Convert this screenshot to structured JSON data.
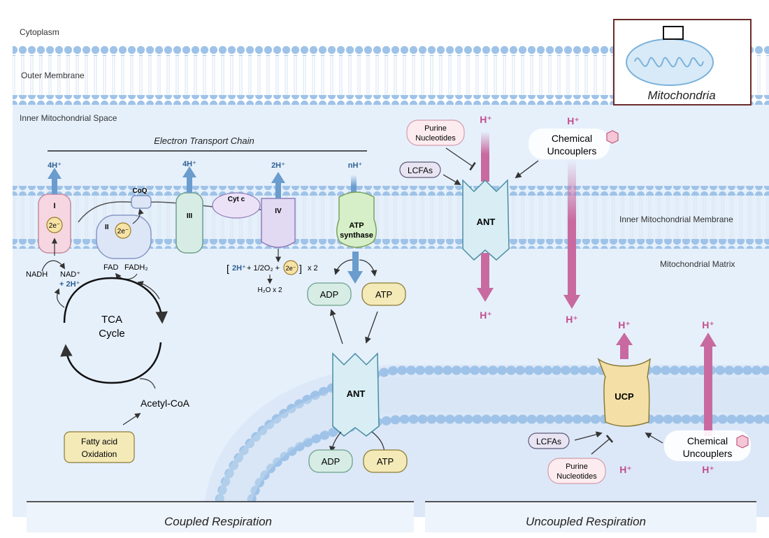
{
  "regions": {
    "cytoplasm": "Cytoplasm",
    "outer_membrane": "Outer Membrane",
    "inner_space": "Inner Mitochondrial Space",
    "inner_membrane": "Inner Mitochondrial Membrane",
    "matrix": "Mitochondrial Matrix"
  },
  "inset": {
    "label": "Mitochondria"
  },
  "etc": {
    "title": "Electron Transport Chain",
    "complex_i": "I",
    "complex_ii": "II",
    "complex_iii": "III",
    "complex_iv": "IV",
    "coq": "CoQ",
    "cytc": "Cyt c",
    "electron_i": "2e⁻",
    "electron_ii": "2e⁻",
    "h_i": "4H⁺",
    "h_iii": "4H⁺",
    "h_iv": "2H⁺",
    "h_atp": "nH⁺",
    "nadh": "NADH",
    "nad": "NAD⁺",
    "nad_h": "+ 2H⁺",
    "fad": "FAD",
    "fadh2": "FADH₂",
    "oxygen_eq_h": "2H⁺",
    "oxygen_eq_rest": "+ 1/2O₂ +",
    "oxygen_eq_e": "2e⁻",
    "oxygen_eq_x2": "x 2",
    "water": "H₂O x 2"
  },
  "atp_synthase": {
    "label_1": "ATP",
    "label_2": "synthase"
  },
  "tca": {
    "line_1": "TCA",
    "line_2": "Cycle",
    "acetyl": "Acetyl-CoA",
    "fatty_1": "Fatty acid",
    "fatty_2": "Oxidation"
  },
  "ant_coupled": {
    "label": "ANT",
    "adp_top": "ADP",
    "atp_top": "ATP",
    "adp_bottom": "ADP",
    "atp_bottom": "ATP"
  },
  "ant_uncoupled": {
    "label": "ANT",
    "purine_1": "Purine",
    "purine_2": "Nucleotides",
    "lcfa": "LCFAs",
    "h_top": "H⁺",
    "h_bottom": "H⁺",
    "chem_1": "Chemical",
    "chem_2": "Uncouplers",
    "h_chem_top": "H⁺",
    "h_chem_bottom": "H⁺"
  },
  "ucp": {
    "label": "UCP",
    "h_top": "H⁺",
    "h_bottom": "H⁺",
    "lcfa": "LCFAs",
    "purine_1": "Purine",
    "purine_2": "Nucleotides",
    "chem_1": "Chemical",
    "chem_2": "Uncouplers",
    "h_chem_top": "H⁺",
    "h_chem_bottom": "H⁺"
  },
  "footer": {
    "coupled": "Coupled Respiration",
    "uncoupled": "Uncoupled Respiration"
  },
  "colors": {
    "lipid_head": "#9fc3e8",
    "space_bg": "#e6f0fb",
    "proton": "#c04d8e",
    "proton_arrow": "#c86aa0",
    "etc_arrow": "#6a9ccd",
    "complex_i": "#f6d6e0",
    "complex_ii": "#dde6f7",
    "complex_iii": "#d6ece4",
    "complex_iv": "#e2d9f3",
    "atp_synthase": "#d7efc8",
    "ant": "#d8eef4",
    "ucp": "#f4e0a6",
    "inset_border": "#6b2a2a"
  }
}
